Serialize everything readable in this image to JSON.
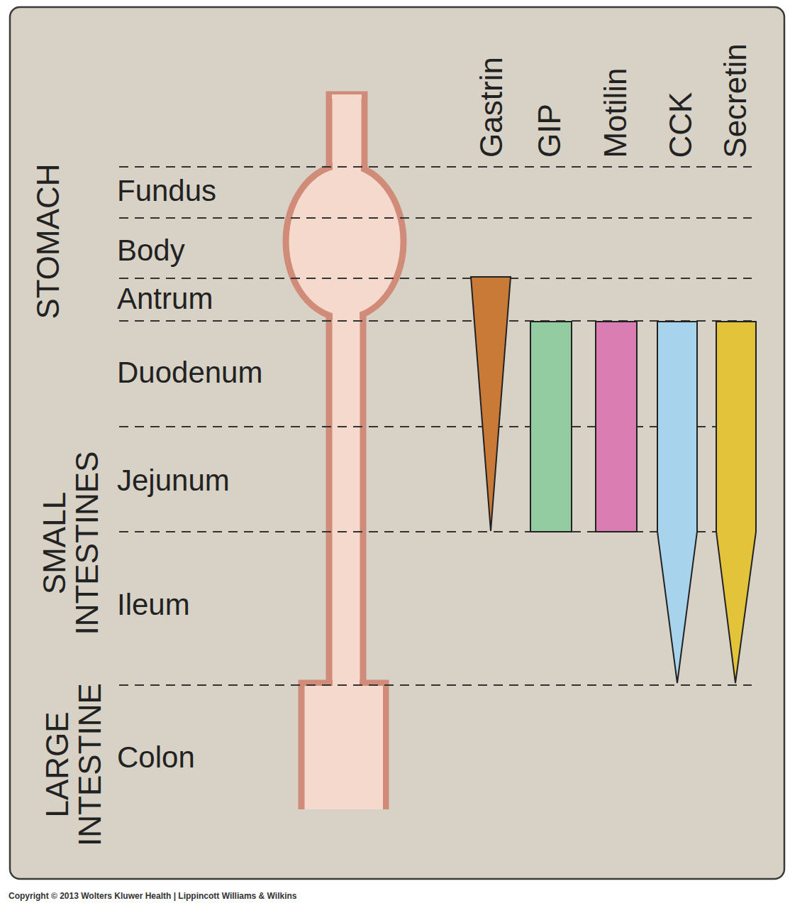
{
  "diagram": {
    "labels": [
      "STOMACH",
      "Fundus",
      "Body",
      "Antrum",
      "Duodenum",
      "SMALL INTESTINES",
      "Jejunum",
      "Ileum",
      "LARGE INTESTINE",
      "Colon",
      "Gastrin",
      "GIP",
      "Motilin",
      "CCK",
      "Secretin",
      "Copyright © 2013 Wolters Kluwer Health | Lippincott Williams & Wilkins"
    ]
  }
}
